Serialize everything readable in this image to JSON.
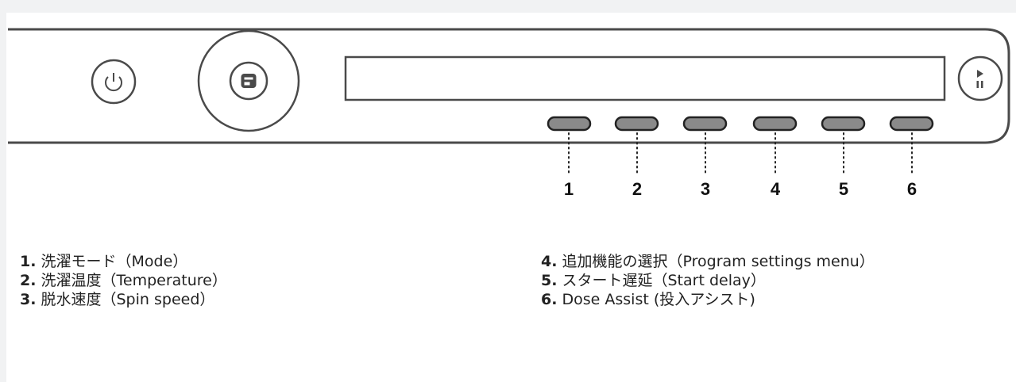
{
  "panel": {
    "power_icon": "power-icon",
    "dial_icon": "dial-a-icon",
    "start_pause_icon": "play-pause-icon"
  },
  "callouts": [
    "1",
    "2",
    "3",
    "4",
    "5",
    "6"
  ],
  "legend": {
    "left": [
      {
        "num": "1.",
        "text": "洗濯モード（Mode）"
      },
      {
        "num": "2.",
        "text": "洗濯温度（Temperature）"
      },
      {
        "num": "3.",
        "text": "脱水速度（Spin speed）"
      }
    ],
    "right": [
      {
        "num": "4.",
        "text": "追加機能の選択（Program settings menu）"
      },
      {
        "num": "5.",
        "text": "スタート遅延（Start delay）"
      },
      {
        "num": "6.",
        "text": "Dose Assist (投入アシスト)"
      }
    ]
  },
  "colors": {
    "outline": "#4a4a4a",
    "button_fill": "#8a8a8a",
    "background": "#f1f2f3"
  }
}
